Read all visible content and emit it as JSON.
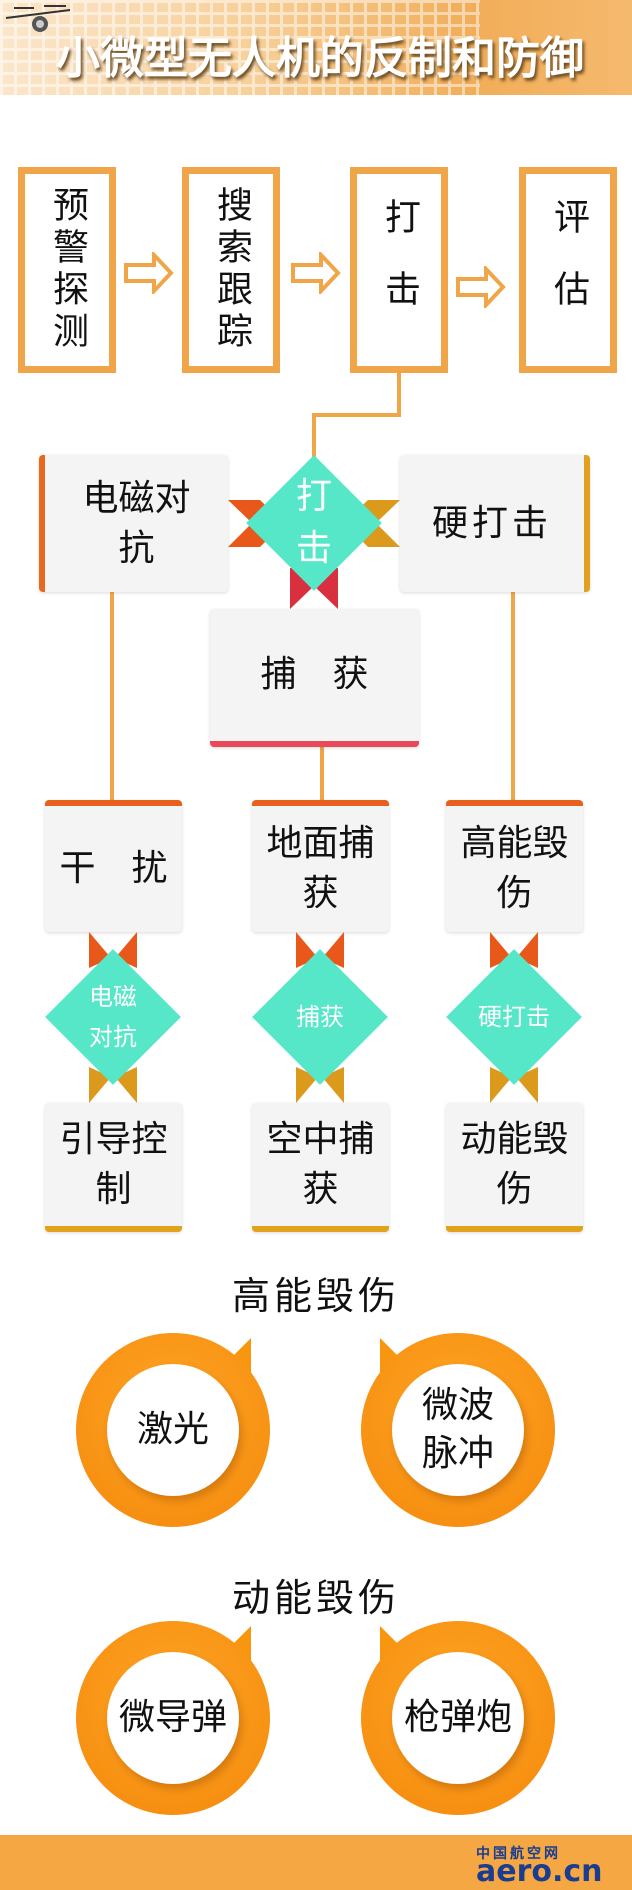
{
  "title": "小微型无人机的反制和防御",
  "process": [
    "预警探测",
    "搜索跟踪",
    "打击",
    "评估"
  ],
  "strike": {
    "center": "打击",
    "left": "电磁对抗",
    "right": "硬打击",
    "bottom": "捕　获"
  },
  "columns": [
    {
      "top": "干　扰",
      "diamond": "电磁对抗",
      "bottom": "引导控制"
    },
    {
      "top": "地面捕获",
      "diamond": "捕获",
      "bottom": "空中捕获"
    },
    {
      "top": "高能毁伤",
      "diamond": "硬打击",
      "bottom": "动能毁伤"
    }
  ],
  "high_energy": {
    "heading": "高能毁伤",
    "items": [
      "激光",
      "微波脉冲"
    ]
  },
  "kinetic": {
    "heading": "动能毁伤",
    "items": [
      "微导弹",
      "枪弹炮"
    ]
  },
  "logo": {
    "cn": "中国航空网",
    "en": "aero.cn"
  },
  "colors": {
    "orange": "#f0a648",
    "teal": "#56e6c8",
    "red": "#d9303f",
    "deep_orange": "#e8581a",
    "gold": "#dc9a1c"
  }
}
